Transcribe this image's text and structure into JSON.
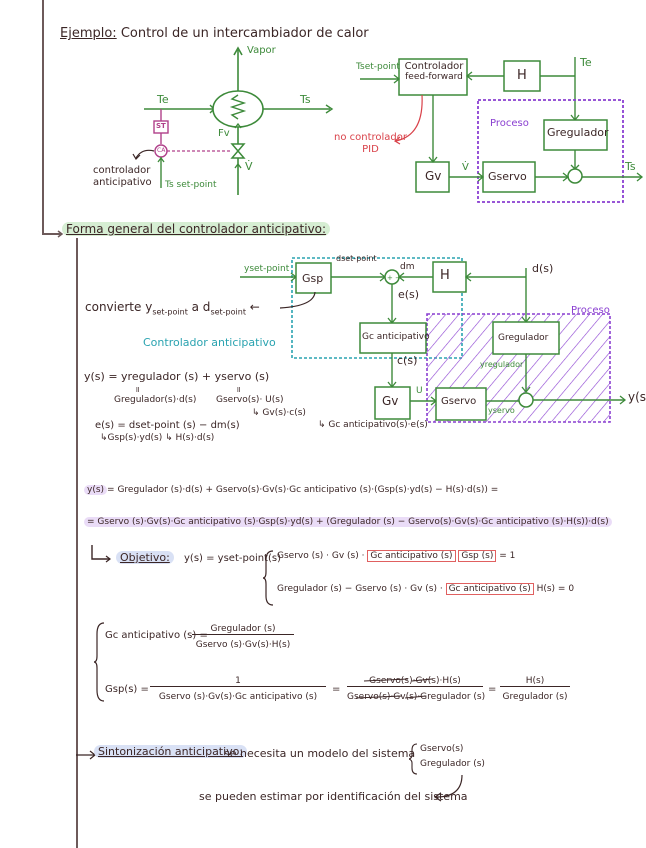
{
  "example": {
    "title_label": "Ejemplo:",
    "title_text": "Control de un intercambiador de calor",
    "process_diagram": {
      "vapor": "Vapor",
      "te": "Te",
      "ts": "Ts",
      "fv": "Fv",
      "v_dot": "V̇",
      "st": "ST",
      "ca": "CA",
      "ts_setpoint": "Ts set-point",
      "annotation": "controlador anticipativo"
    },
    "block_diagram": {
      "tset_point": "Tset-point",
      "controller_line1": "Controlador",
      "controller_line2": "feed-forward",
      "h_block": "H",
      "te": "Te",
      "not_pid_line1": "no controlador",
      "not_pid_line2": "PID",
      "proceso": "Proceso",
      "gregulador": "Gregulador",
      "gv": "Gv",
      "v_dot": "V̇",
      "gservo": "Gservo",
      "ts": "Ts",
      "sum": "+ +"
    }
  },
  "general_form": {
    "heading": "Forma general del controlador anticipativo:",
    "note_left": "convierte y",
    "note_sub1": "set-point",
    "note_mid": " a d",
    "note_sub2": "set-point",
    "diagram": {
      "yset_point": "yset-point",
      "gsp": "Gsp",
      "dset_point": "dset-point",
      "dm": "dm",
      "h_block": "H",
      "d_s": "d(s)",
      "e_s": "e(s)",
      "gc_anticipativo": "Gc anticipativo",
      "controlador_anticipativo": "Controlador anticipativo",
      "c_s": "c(s)",
      "proceso": "Proceso",
      "gregulador": "Gregulador",
      "yregulador": "yregulador",
      "gv": "Gv",
      "u": "U",
      "gservo": "Gservo",
      "yservo": "yservo",
      "y_s": "y(s)"
    },
    "equations": {
      "eq1_main": "y(s) = yregulador (s) + yservo (s)",
      "eq1_eq_sign": "॥",
      "eq1_sub_a": "Gregulador(s)·d(s)",
      "eq1_sub_b": "Gservo(s)· U(s)",
      "eq1_sub_c": "↳ Gv(s)·c(s)",
      "eq1_sub_d": "↳ Gc anticipativo(s)·e(s)",
      "eq2_main": "e(s) = dset-point (s) − dm(s)",
      "eq2_sub": "↳Gsp(s)·yd(s)  ↳ H(s)·d(s)",
      "eq3_lhs": "y(s)",
      "eq3_rhs": "= Gregulador (s)·d(s) + Gservo(s)·Gv(s)·Gc anticipativo (s)·(Gsp(s)·yd(s) − H(s)·d(s)) =",
      "eq4": "= Gservo (s)·Gv(s)·Gc anticipativo (s)·Gsp(s)·yd(s) + (Gregulador (s) − Gservo(s)·Gv(s)·Gc anticipativo (s)·H(s))·d(s)"
    },
    "objective": {
      "label": "Objetivo:",
      "condition": "y(s) = yset-point(s)",
      "line1_pre": "Gservo (s) · Gv (s) ·",
      "line1_box1": "Gc anticipativo (s)",
      "line1_box2": "Gsp (s)",
      "line1_post": "= 1",
      "line2_pre": "Gregulador (s) − Gservo (s) · Gv (s) ·",
      "line2_box": "Gc anticipativo (s)",
      "line2_post": "H(s) = 0"
    },
    "solution": {
      "gc_lhs": "Gc anticipativo (s) =",
      "gc_num": "Gregulador (s)",
      "gc_den": "Gservo (s)·Gv(s)·H(s)",
      "gsp_lhs": "Gsp(s) =",
      "gsp_num1": "1",
      "gsp_den1": "Gservo (s)·Gv(s)·Gc anticipativo (s)",
      "gsp_num2": "Gservo(s)·Gv(s)·H(s)",
      "gsp_den2": "Gservo(s)·Gv(s)·Gregulador (s)",
      "gsp_num3": "H(s)",
      "gsp_den3": "Gregulador (s)",
      "equals": "="
    },
    "tuning": {
      "label": "Sintonización anticipativo:",
      "text": "se necesita un modelo del sistema",
      "model1": "Gservo(s)",
      "model2": "Gregulador (s)",
      "note": "se pueden estimar por identificación del sistema"
    }
  },
  "colors": {
    "ink": "#3b2626",
    "green": "#3d8a3a",
    "purple": "#8a3fd1",
    "teal": "#2aa3b0",
    "red": "#d9424a",
    "magenta": "#b0408a"
  }
}
